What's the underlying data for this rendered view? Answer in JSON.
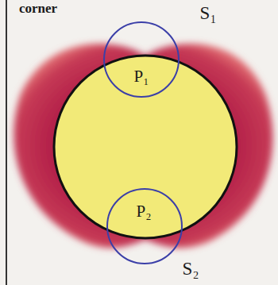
{
  "diagram": {
    "labels": [
      "corner",
      "S₁",
      "P₁",
      "P₂",
      "S₂"
    ]
  }
}
